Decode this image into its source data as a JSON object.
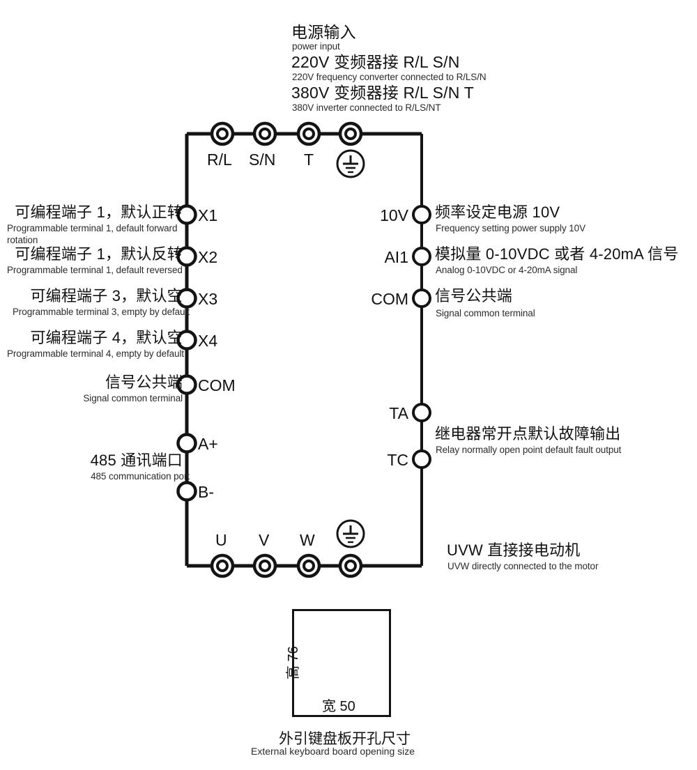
{
  "diagram": {
    "title_cn": "电源输入",
    "colors": {
      "line": "#141414",
      "text": "#111111",
      "subtext": "#2b2b2b",
      "background": "#ffffff"
    },
    "header": {
      "line1_cn": "电源输入",
      "line1_en": "power input",
      "line2_cn": "220V 变频器接 R/L S/N",
      "line2_en": "220V frequency converter connected to R/LS/N",
      "line3_cn": "380V 变频器接 R/L S/N T",
      "line3_en": "380V inverter connected to R/LS/NT"
    },
    "input_terminals": [
      {
        "code": "R/L",
        "icon": "ring-terminal"
      },
      {
        "code": "S/N",
        "icon": "ring-terminal"
      },
      {
        "code": "T",
        "icon": "ring-terminal"
      },
      {
        "code": "",
        "icon": "ground-terminal"
      }
    ],
    "output_terminals": [
      {
        "code": "U",
        "icon": "ring-terminal"
      },
      {
        "code": "V",
        "icon": "ring-terminal"
      },
      {
        "code": "W",
        "icon": "ring-terminal"
      },
      {
        "code": "",
        "icon": "ground-terminal"
      }
    ],
    "left_terminals": [
      {
        "code": "X1",
        "cn": "可编程端子 1，默认正转",
        "en": "Programmable terminal 1, default forward rotation"
      },
      {
        "code": "X2",
        "cn": "可编程端子 1，默认反转",
        "en": "Programmable terminal 1, default reversed"
      },
      {
        "code": "X3",
        "cn": "可编程端子 3，默认空",
        "en": "Programmable terminal 3, empty by default"
      },
      {
        "code": "X4",
        "cn": "可编程端子 4，默认空",
        "en": "Programmable terminal 4, empty by default"
      },
      {
        "code": "COM",
        "cn": "信号公共端",
        "en": "Signal common terminal"
      },
      {
        "code": "A+",
        "cn": "",
        "en": ""
      },
      {
        "code": "B-",
        "cn": "",
        "en": ""
      }
    ],
    "left_group_label": {
      "cn": "485 通讯端口",
      "en": "485 communication port"
    },
    "right_terminals": [
      {
        "code": "10V",
        "cn": "频率设定电源 10V",
        "en": "Frequency setting power supply 10V"
      },
      {
        "code": "AI1",
        "cn": "模拟量 0-10VDC 或者 4-20mA 信号",
        "en": "Analog 0-10VDC or 4-20mA signal"
      },
      {
        "code": "COM",
        "cn": "信号公共端",
        "en": "Signal common terminal"
      },
      {
        "code": "TA",
        "cn": "",
        "en": ""
      },
      {
        "code": "TC",
        "cn": "",
        "en": ""
      }
    ],
    "right_group_label": {
      "cn": "继电器常开点默认故障输出",
      "en": "Relay normally open point default fault output"
    },
    "motor_note": {
      "cn": "UVW 直接接电动机",
      "en": "UVW directly connected to the motor"
    },
    "keyboard_panel": {
      "height_label": "高 76",
      "width_label": "宽 50",
      "caption_cn": "外引键盘板开孔尺寸",
      "caption_en": "External keyboard board opening size"
    }
  }
}
